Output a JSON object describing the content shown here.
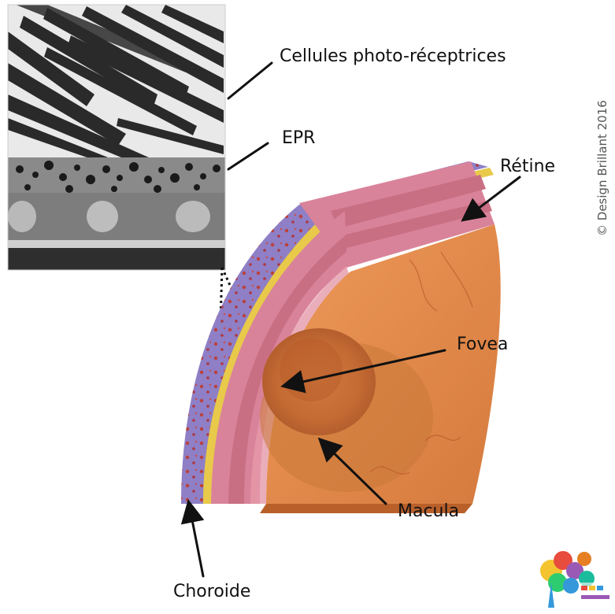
{
  "labels": {
    "photoreceptors": "Cellules photo-réceptrices",
    "epr": "EPR",
    "retine": "Rétine",
    "fovea": "Fovea",
    "macula": "Macula",
    "choroide": "Choroide"
  },
  "copyright": "© Design Brillant 2016",
  "colors": {
    "choroid": "#8e7fc6",
    "choroid_dots": "#c0392b",
    "epr_band": "#e8c94a",
    "retina_layer_a": "#d9839a",
    "retina_layer_b": "#c96f83",
    "tissue": "#e08a4d",
    "tissue_dark": "#b85f2a"
  }
}
